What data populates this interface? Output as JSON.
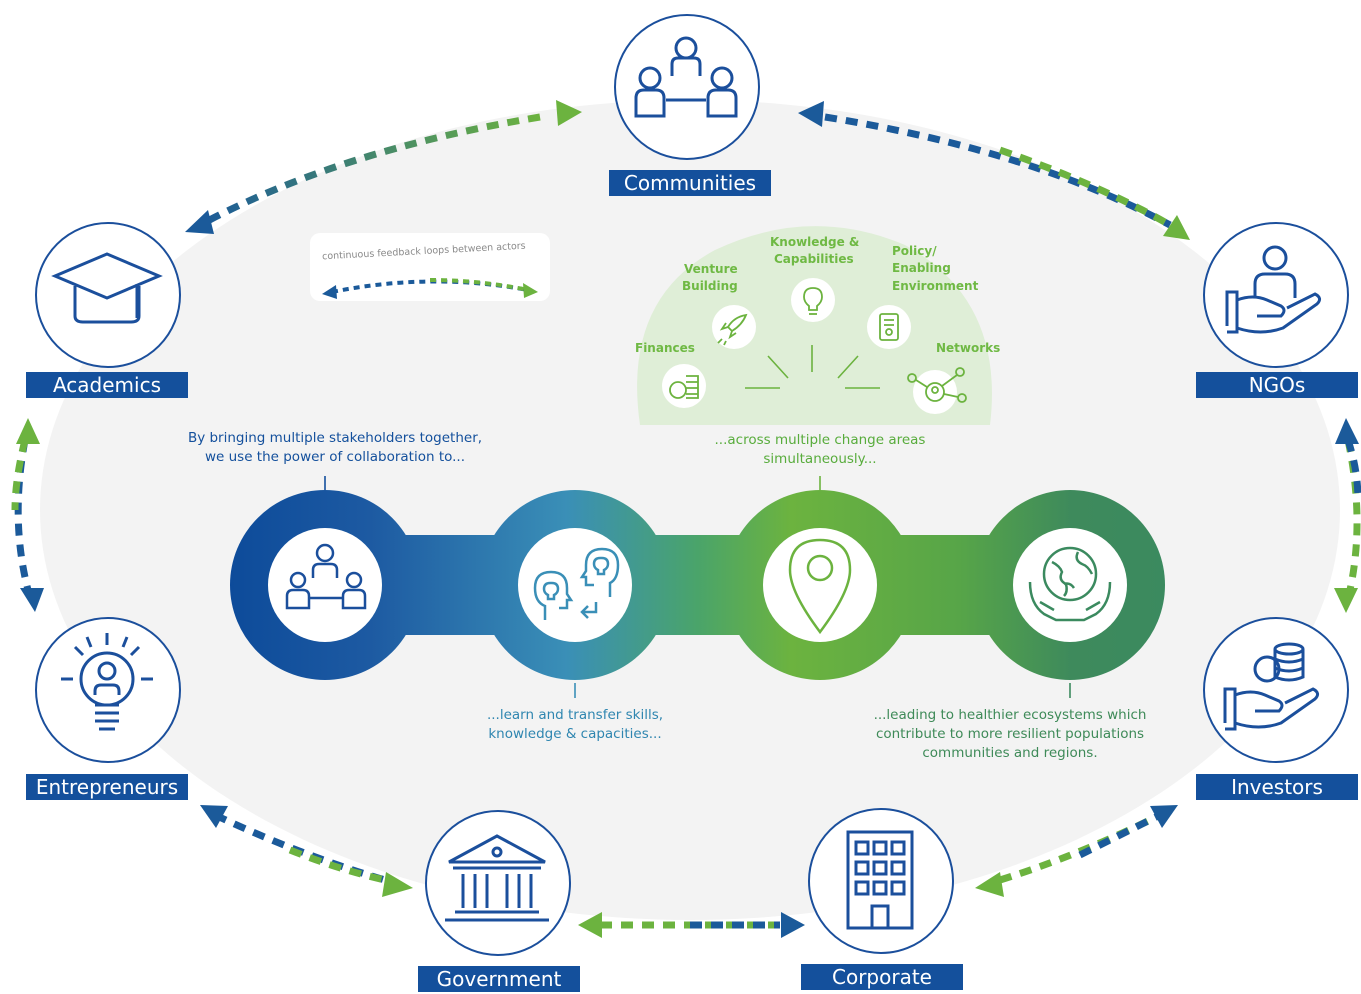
{
  "actors": {
    "communities": "Communities",
    "academics": "Academics",
    "ngos": "NGOs",
    "entrepreneurs": "Entrepreneurs",
    "investors": "Investors",
    "government": "Government",
    "corporate": "Corporate"
  },
  "legend": {
    "text": "continuous feedback loops between actors"
  },
  "change_areas": {
    "finances": "Finances",
    "venture_1": "Venture",
    "venture_2": "Building",
    "knowledge_1": "Knowledge &",
    "knowledge_2": "Capabilities",
    "policy_1": "Policy/",
    "policy_2": "Enabling",
    "policy_3": "Environment",
    "networks": "Networks"
  },
  "captions": {
    "collab_1": "By bringing multiple stakeholders together,",
    "collab_2": "we use the power of collaboration to...",
    "areas_1": "...across multiple change areas",
    "areas_2": "simultaneously...",
    "learn_1": "...learn and transfer skills,",
    "learn_2": "knowledge  &  capacities...",
    "eco_1": "...leading to healthier ecosystems which",
    "eco_2": "contribute to more resilient populations",
    "eco_3": "communities and regions."
  },
  "colors": {
    "navy": "#14509c",
    "teal": "#3a8fb7",
    "green": "#6cb33f",
    "dark_green": "#3b8a5f",
    "arrow_blue": "#1b5a9a",
    "arrow_green": "#6cb33f"
  },
  "icons": {
    "communities": "group-meeting-icon",
    "academics": "graduation-cap-icon",
    "ngos": "hand-person-icon",
    "entrepreneurs": "lightbulb-person-icon",
    "investors": "hand-coins-icon",
    "government": "government-building-icon",
    "corporate": "office-building-icon",
    "finances": "coins-icon",
    "venture": "rocket-icon",
    "knowledge": "bulb-icon",
    "policy": "document-icon",
    "networks": "network-icon",
    "process_1": "collaboration-icon",
    "process_2": "learning-heads-icon",
    "process_3": "location-pin-icon",
    "process_4": "globe-hands-icon"
  }
}
